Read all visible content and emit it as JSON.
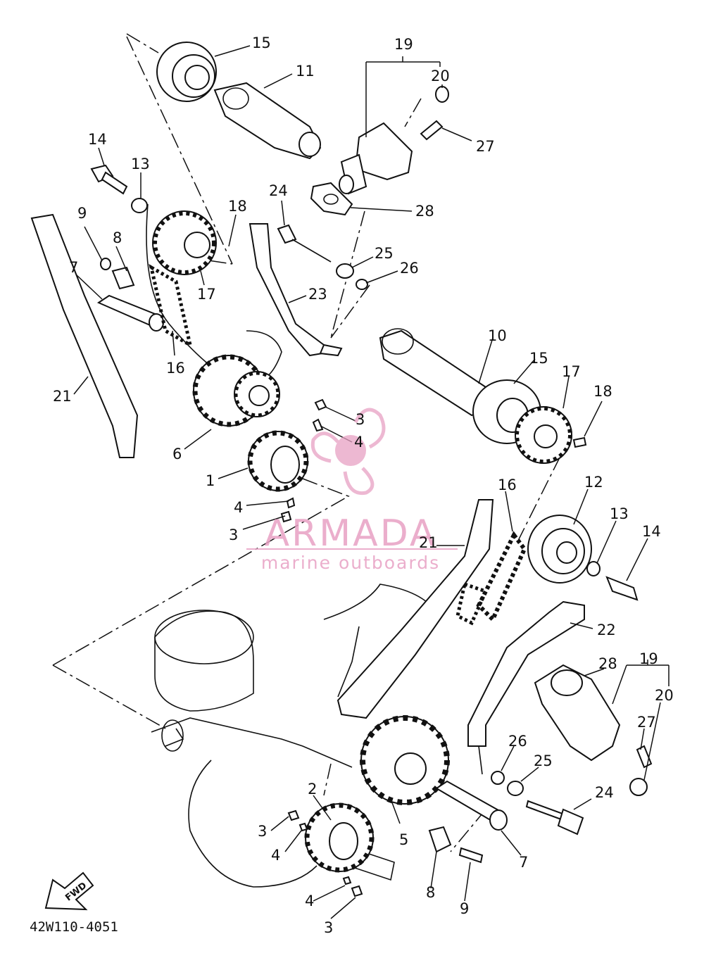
{
  "diagram_code": "42W110-4051",
  "fwd_label": "FWD",
  "watermark": {
    "brand": "ARMADA",
    "tagline": "marine outboards",
    "color": "#e8a1c4"
  },
  "callouts": [
    {
      "id": "c15a",
      "text": "15"
    },
    {
      "id": "c11",
      "text": "11"
    },
    {
      "id": "c19a",
      "text": "19"
    },
    {
      "id": "c20a",
      "text": "20"
    },
    {
      "id": "c27a",
      "text": "27"
    },
    {
      "id": "c14a",
      "text": "14"
    },
    {
      "id": "c13a",
      "text": "13"
    },
    {
      "id": "c24a",
      "text": "24"
    },
    {
      "id": "c18a",
      "text": "18"
    },
    {
      "id": "c28a",
      "text": "28"
    },
    {
      "id": "c9a",
      "text": "9"
    },
    {
      "id": "c8a",
      "text": "8"
    },
    {
      "id": "c25a",
      "text": "25"
    },
    {
      "id": "c26a",
      "text": "26"
    },
    {
      "id": "c7a",
      "text": "7"
    },
    {
      "id": "c17a",
      "text": "17"
    },
    {
      "id": "c23",
      "text": "23"
    },
    {
      "id": "c10",
      "text": "10"
    },
    {
      "id": "c16a",
      "text": "16"
    },
    {
      "id": "c15b",
      "text": "15"
    },
    {
      "id": "c17b",
      "text": "17"
    },
    {
      "id": "c18b",
      "text": "18"
    },
    {
      "id": "c21a",
      "text": "21"
    },
    {
      "id": "c3a",
      "text": "3"
    },
    {
      "id": "c4a",
      "text": "4"
    },
    {
      "id": "c6",
      "text": "6"
    },
    {
      "id": "c1",
      "text": "1"
    },
    {
      "id": "c4b",
      "text": "4"
    },
    {
      "id": "c3b",
      "text": "3"
    },
    {
      "id": "c16b",
      "text": "16"
    },
    {
      "id": "c12",
      "text": "12"
    },
    {
      "id": "c13b",
      "text": "13"
    },
    {
      "id": "c14b",
      "text": "14"
    },
    {
      "id": "c21b",
      "text": "21"
    },
    {
      "id": "c22",
      "text": "22"
    },
    {
      "id": "c28b",
      "text": "28"
    },
    {
      "id": "c19b",
      "text": "19"
    },
    {
      "id": "c20b",
      "text": "20"
    },
    {
      "id": "c27b",
      "text": "27"
    },
    {
      "id": "c26b",
      "text": "26"
    },
    {
      "id": "c25b",
      "text": "25"
    },
    {
      "id": "c24b",
      "text": "24"
    },
    {
      "id": "c2",
      "text": "2"
    },
    {
      "id": "c3c",
      "text": "3"
    },
    {
      "id": "c4c",
      "text": "4"
    },
    {
      "id": "c5",
      "text": "5"
    },
    {
      "id": "c7b",
      "text": "7"
    },
    {
      "id": "c8b",
      "text": "8"
    },
    {
      "id": "c9b",
      "text": "9"
    },
    {
      "id": "c4d",
      "text": "4"
    },
    {
      "id": "c3d",
      "text": "3"
    }
  ]
}
